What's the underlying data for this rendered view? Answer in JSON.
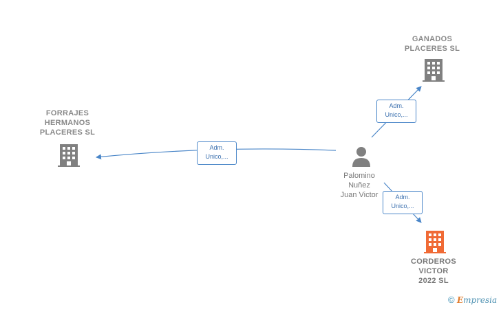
{
  "companies": [
    {
      "id": "ganados",
      "lines": [
        "GANADOS",
        "PLACERES  SL"
      ],
      "color": "#808080"
    },
    {
      "id": "forrajes",
      "lines": [
        "FORRAJES",
        "HERMANOS",
        "PLACERES  SL"
      ],
      "color": "#808080"
    },
    {
      "id": "corderos",
      "lines": [
        "CORDEROS",
        "VICTOR",
        "2022  SL"
      ],
      "color": "#f06a35"
    }
  ],
  "person": {
    "lines": [
      "Palomino",
      "Nuñez",
      "Juan Victor"
    ],
    "color": "#777777"
  },
  "edges": [
    {
      "to": "ganados",
      "lines": [
        "Adm.",
        "Unico,..."
      ]
    },
    {
      "to": "forrajes",
      "lines": [
        "Adm.",
        "Unico,..."
      ]
    },
    {
      "to": "corderos",
      "lines": [
        "Adm.",
        "Unico,..."
      ]
    }
  ],
  "footer": {
    "copyright": "©",
    "brand_initial": "E",
    "brand_rest": "mpresia"
  },
  "colors": {
    "edge": "#4a86c8",
    "company_gray": "#808080",
    "company_highlight": "#f06a35"
  }
}
